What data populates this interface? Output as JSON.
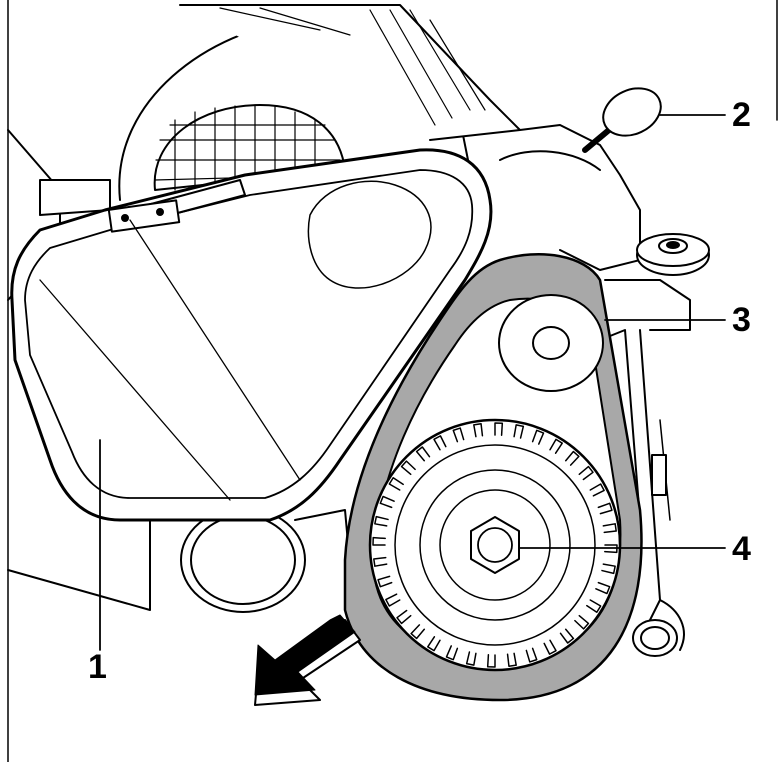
{
  "callouts": [
    {
      "id": "1",
      "label": "1"
    },
    {
      "id": "2",
      "label": "2"
    },
    {
      "id": "3",
      "label": "3"
    },
    {
      "id": "4",
      "label": "4"
    }
  ],
  "colors": {
    "line": "#000000",
    "belt": "#a8a8a8",
    "background": "#ffffff"
  },
  "icons": {
    "direction_arrow": "arrow-down-left-icon"
  }
}
